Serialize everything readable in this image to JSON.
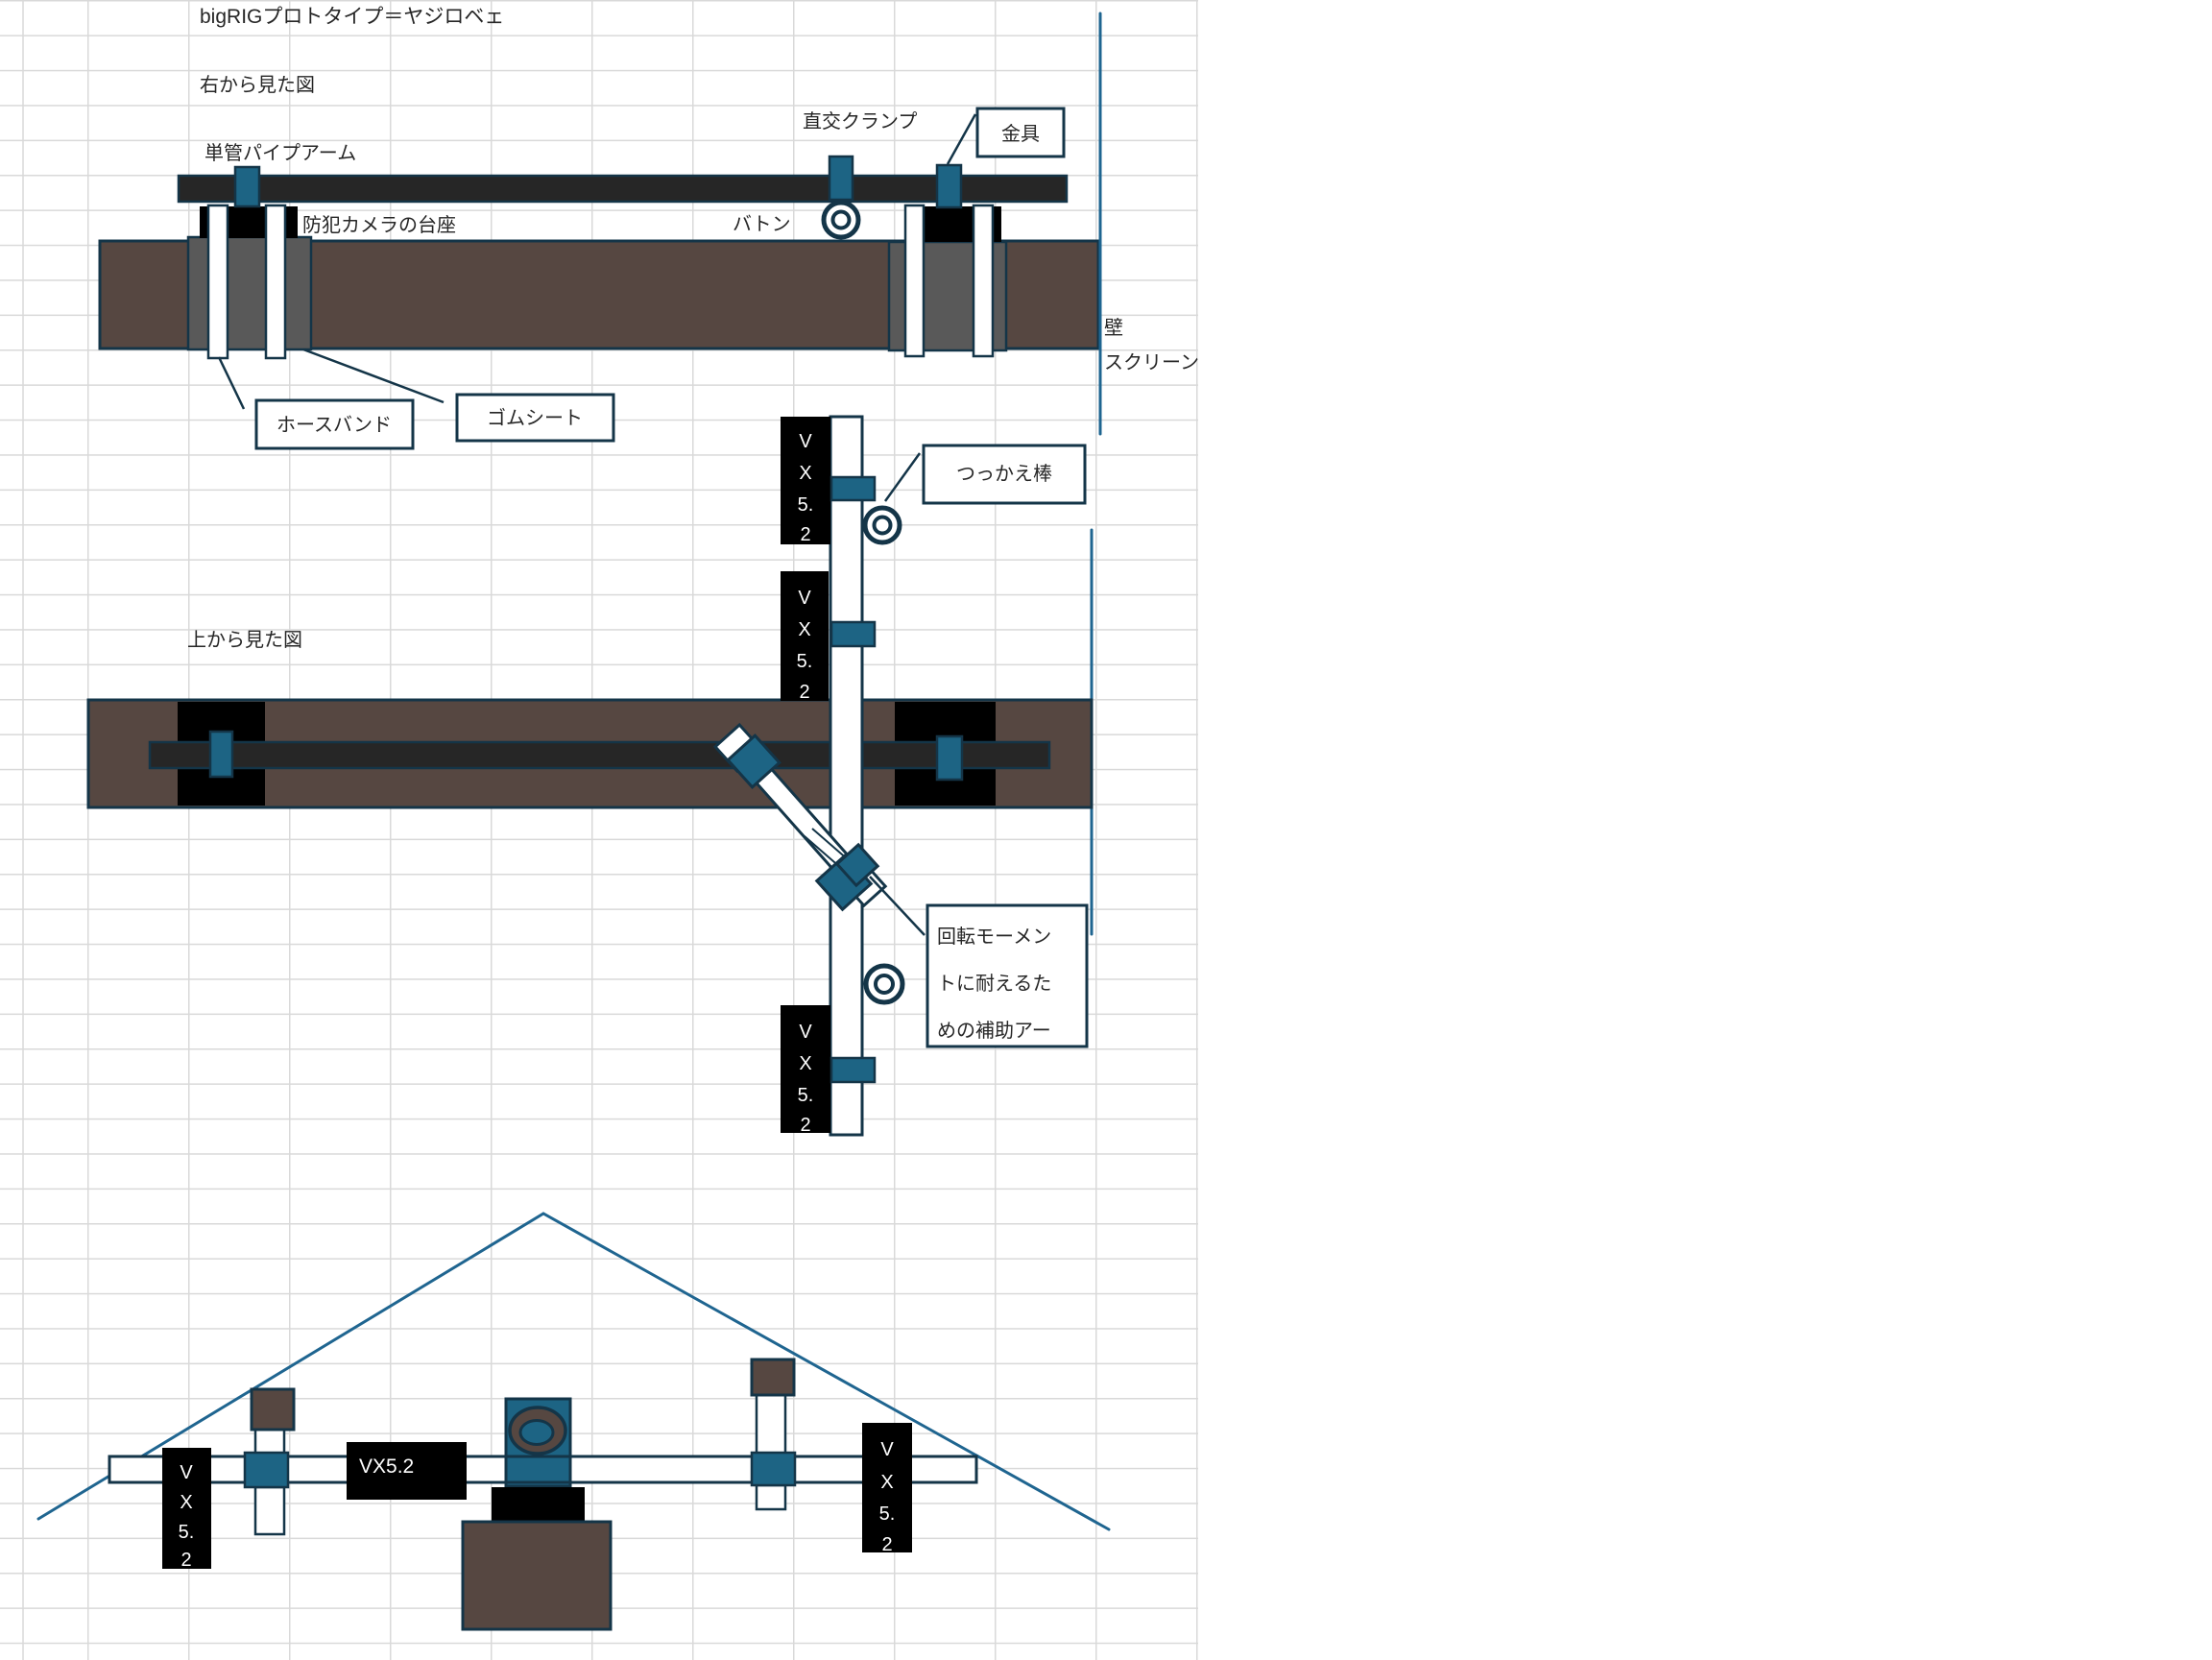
{
  "app": {
    "title": "bigRIGプロトタイプ＝ヤジロベェ"
  },
  "colors": {
    "teal_fill": "#1d6484",
    "outline_navy": "#143548",
    "steel_blue_line": "#1f6590",
    "pipe_brown": "#564741",
    "sheet_gray": "#595959",
    "arm_dark": "#262626",
    "gridline": "#d9d9d9"
  },
  "right_view": {
    "caption": "右から見た図",
    "labels": {
      "pipe_arm": "単管パイプアーム",
      "orthogonal_clamp": "直交クランプ",
      "fitting": "金具",
      "camera_base": "防犯カメラの台座",
      "baton": "バトン",
      "hose_band": "ホースバンド",
      "rubber_sheet": "ゴムシート",
      "wall": "壁",
      "screen": "スクリーン"
    }
  },
  "top_view": {
    "caption": "上から見た図",
    "labels": {
      "prop_stick": "つっかえ棒",
      "moment_note_lines": [
        "回転モーメン",
        "トに耐えるた",
        "めの補助アー"
      ]
    }
  },
  "front_view": {
    "vx_label": "VX5.2"
  },
  "vx_stack": [
    "V",
    "X",
    "5.",
    "2"
  ]
}
